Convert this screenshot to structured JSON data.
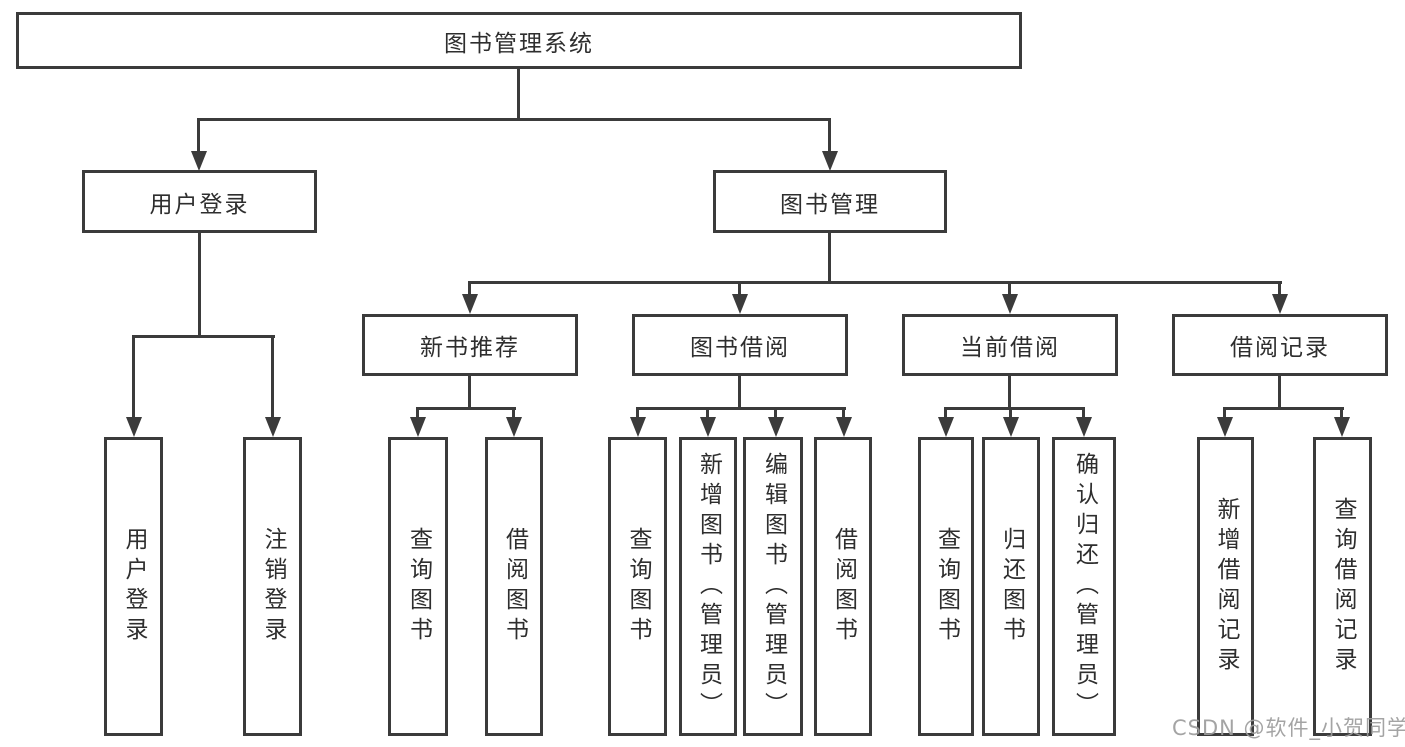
{
  "diagram": {
    "nodes": {
      "root": "图书管理系统",
      "user_login": "用户登录",
      "book_mgmt": "图书管理",
      "new_books": "新书推荐",
      "book_borrow": "图书借阅",
      "current_borrow": "当前借阅",
      "borrow_records": "借阅记录",
      "login": "用户登录",
      "logout": "注销登录",
      "nb_query": "查询图书",
      "nb_borrow": "借阅图书",
      "bb_query": "查询图书",
      "bb_add": "新增图书（管理员）",
      "bb_edit": "编辑图书（管理员）",
      "bb_borrow": "借阅图书",
      "cb_query": "查询图书",
      "cb_return": "归还图书",
      "cb_confirm": "确认归还（管理员）",
      "br_add": "新增借阅记录",
      "br_query": "查询借阅记录"
    },
    "tree": {
      "图书管理系统": [
        "用户登录",
        "图书管理"
      ],
      "用户登录": [
        "用户登录",
        "注销登录"
      ],
      "图书管理": [
        "新书推荐",
        "图书借阅",
        "当前借阅",
        "借阅记录"
      ],
      "新书推荐": [
        "查询图书",
        "借阅图书"
      ],
      "图书借阅": [
        "查询图书",
        "新增图书（管理员）",
        "编辑图书（管理员）",
        "借阅图书"
      ],
      "当前借阅": [
        "查询图书",
        "归还图书",
        "确认归还（管理员）"
      ],
      "借阅记录": [
        "新增借阅记录",
        "查询借阅记录"
      ]
    },
    "colors": {
      "line": "#3b3b3b",
      "text": "#2e2e2e",
      "background": "#ffffff",
      "watermark": "#9d9d9d"
    }
  },
  "watermark": {
    "text": "CSDN @软件_小贺同学"
  }
}
